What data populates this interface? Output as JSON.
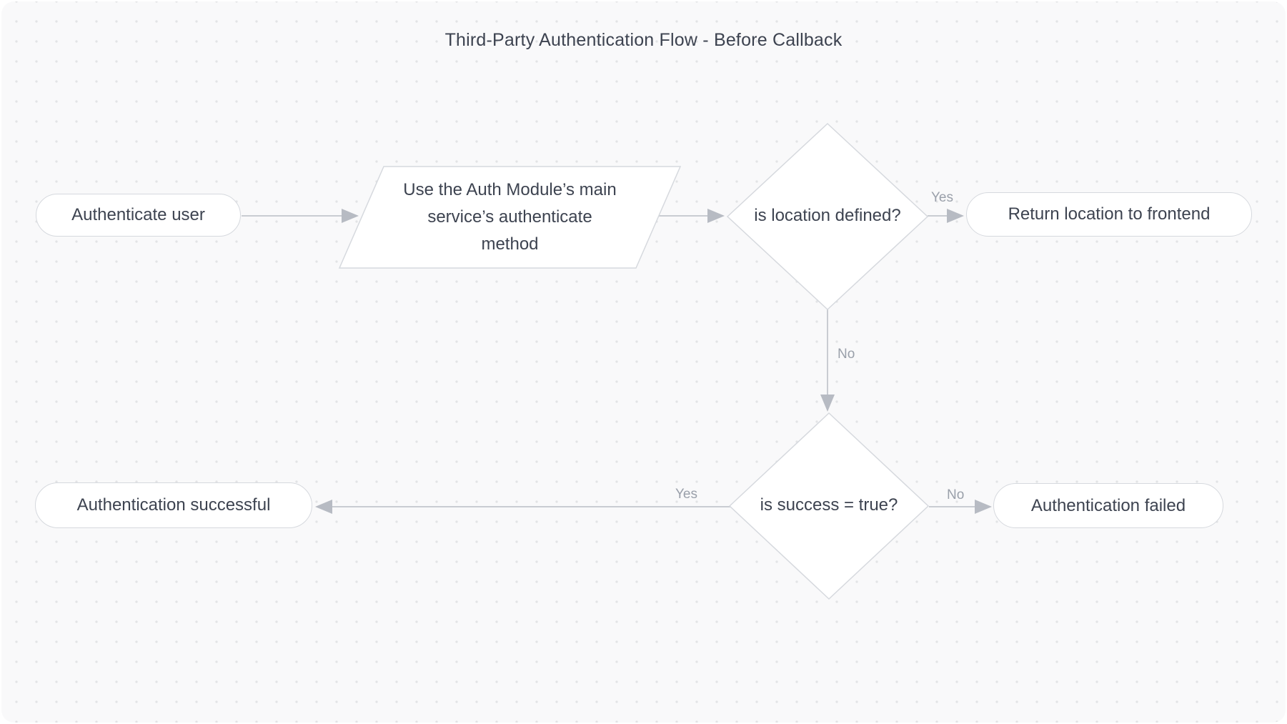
{
  "title": "Third-Party Authentication Flow - Before Callback",
  "colors": {
    "canvas_background": "#f9f9fa",
    "dot_grid": "#e3e4e6",
    "node_fill": "#ffffff",
    "node_border": "#d6d9de",
    "edge_line": "#c9ccd2",
    "arrowhead": "#b7bbc3",
    "node_text": "#3d4350",
    "edge_label_text": "#9aa0aa"
  },
  "diagram": {
    "nodes": [
      {
        "id": "start",
        "type": "stadium",
        "label": "Authenticate user"
      },
      {
        "id": "process",
        "type": "parallelogram",
        "label": "Use the Auth Module’s main service’s authenticate method",
        "lines": [
          "Use the Auth Module’s main",
          "service’s authenticate",
          "method"
        ]
      },
      {
        "id": "decision-location",
        "type": "diamond",
        "label": "is location defined?"
      },
      {
        "id": "return-location",
        "type": "stadium",
        "label": "Return location to frontend"
      },
      {
        "id": "decision-success",
        "type": "diamond",
        "label": "is success = true?"
      },
      {
        "id": "auth-successful",
        "type": "stadium",
        "label": "Authentication successful"
      },
      {
        "id": "auth-failed",
        "type": "stadium",
        "label": "Authentication failed"
      }
    ],
    "edges": [
      {
        "from": "start",
        "to": "process",
        "label": ""
      },
      {
        "from": "process",
        "to": "decision-location",
        "label": ""
      },
      {
        "from": "decision-location",
        "to": "return-location",
        "label": "Yes"
      },
      {
        "from": "decision-location",
        "to": "decision-success",
        "label": "No"
      },
      {
        "from": "decision-success",
        "to": "auth-successful",
        "label": "Yes"
      },
      {
        "from": "decision-success",
        "to": "auth-failed",
        "label": "No"
      }
    ]
  }
}
